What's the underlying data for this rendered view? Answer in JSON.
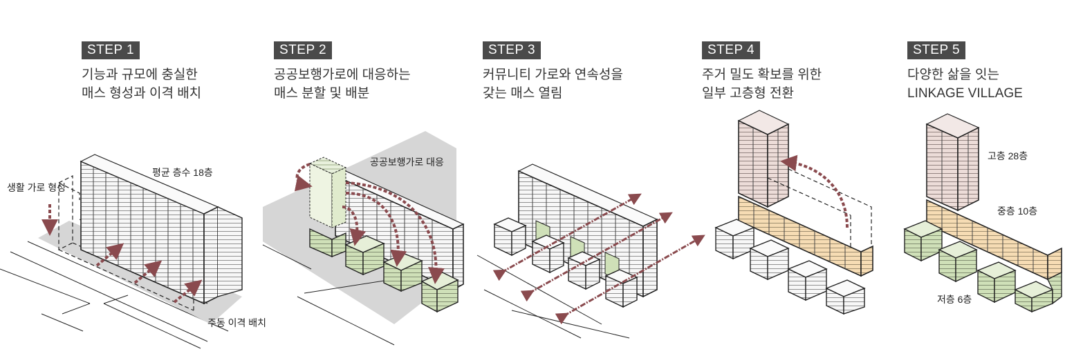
{
  "steps": [
    {
      "badge": "STEP 1",
      "line1": "기능과 규모에 충실한",
      "line2": "매스 형성과 이격 배치"
    },
    {
      "badge": "STEP 2",
      "line1": "공공보행가로에 대응하는",
      "line2": "매스 분할 및 배분"
    },
    {
      "badge": "STEP 3",
      "line1": "커뮤니티 가로와 연속성을",
      "line2": "갖는 매스 열림"
    },
    {
      "badge": "STEP 4",
      "line1": "주거 밀도 확보를 위한",
      "line2": "일부 고층형 전환"
    },
    {
      "badge": "STEP 5",
      "line1": "다양한 삶을 잇는",
      "line2": "LINKAGE VILLAGE"
    }
  ],
  "annotations": {
    "avg_floors": "평균 층수 18층",
    "living_street": "생활 가로 형성",
    "building_spacing": "주동 이격 배치",
    "public_street": "공공보행가로 대응",
    "high_rise": "고층 28층",
    "mid_rise": "중층 10층",
    "low_rise": "저층 6층"
  },
  "colors": {
    "badge_bg": "#4a4a4a",
    "arrow": "#8a4a4e",
    "ground": "#d6d6d6",
    "green": "#cfe0b8",
    "orange": "#f6dcb4",
    "pink": "#ecdcd8",
    "white_block": "#f7f7f7"
  }
}
